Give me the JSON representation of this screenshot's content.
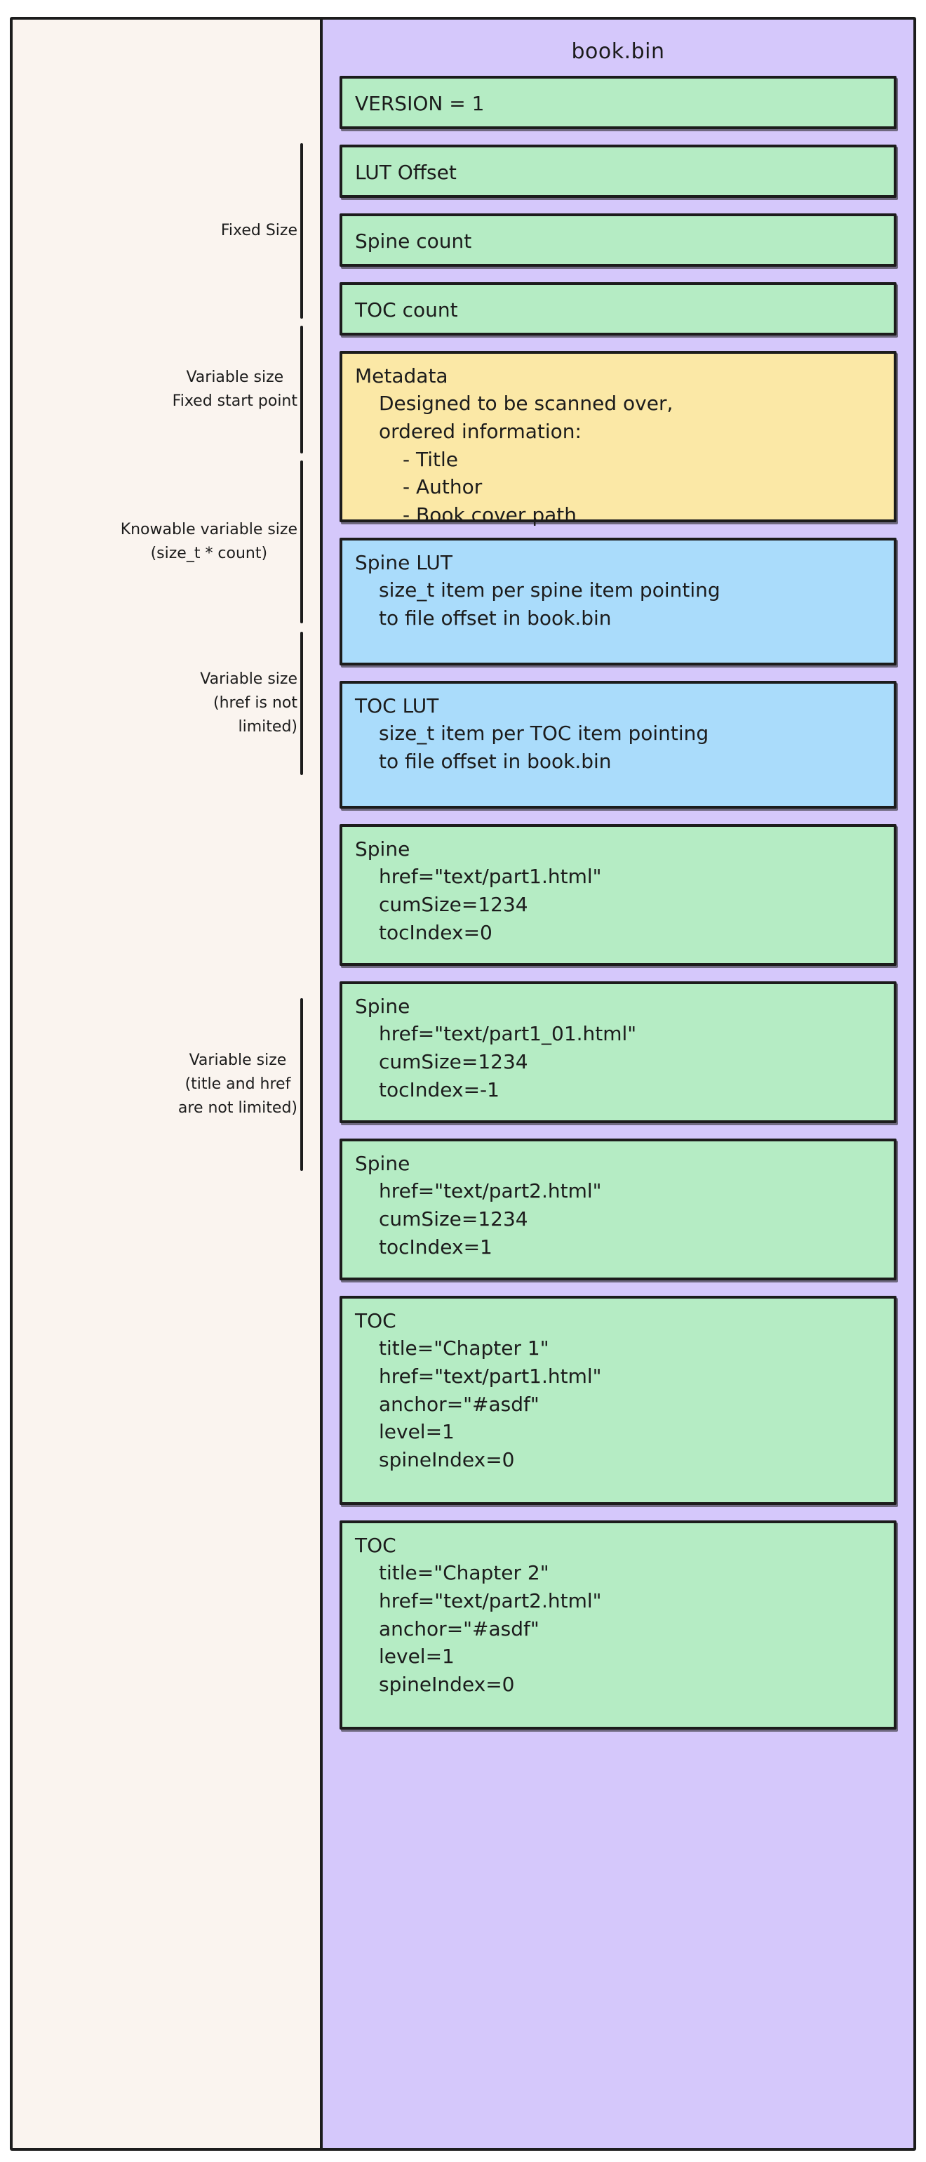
{
  "diagram": {
    "file_title": "book.bin",
    "colors": {
      "canvas": "#ffffff",
      "left_panel": "#faf4ef",
      "right_panel": "#d5c8fb",
      "green_box": "#b5ecc4",
      "yellow_box": "#fbe8a6",
      "blue_box": "#aadcfb",
      "stroke": "#1c1c1c"
    },
    "groups": [
      {
        "label": "Fixed Size"
      },
      {
        "label": "Variable size\nFixed start point"
      },
      {
        "label": "Knowable variable size\n(size_t * count)"
      },
      {
        "label": "Variable size\n(href is not\nlimited)"
      },
      {
        "label": "Variable size\n(title and href\nare not limited)"
      }
    ],
    "sections": [
      {
        "id": "version",
        "color": "green",
        "head": "VERSION = 1",
        "lines": []
      },
      {
        "id": "lut-offset",
        "color": "green",
        "head": "LUT Offset",
        "lines": []
      },
      {
        "id": "spine-count",
        "color": "green",
        "head": "Spine count",
        "lines": []
      },
      {
        "id": "toc-count",
        "color": "green",
        "head": "TOC count",
        "lines": []
      },
      {
        "id": "metadata",
        "color": "yellow",
        "head": "Metadata",
        "lines": [
          "Designed to be scanned over,",
          "ordered information:"
        ],
        "sublines": [
          "- Title",
          "- Author",
          "- Book cover path"
        ]
      },
      {
        "id": "spine-lut",
        "color": "blue",
        "head": "Spine LUT",
        "lines": [
          "size_t item per spine item pointing",
          "to file offset in book.bin"
        ]
      },
      {
        "id": "toc-lut",
        "color": "blue",
        "head": "TOC LUT",
        "lines": [
          "size_t item per TOC item pointing",
          "to file offset in book.bin"
        ]
      },
      {
        "id": "spine-1",
        "color": "green",
        "head": "Spine",
        "lines": [
          "href=\"text/part1.html\"",
          "cumSize=1234",
          "tocIndex=0"
        ]
      },
      {
        "id": "spine-2",
        "color": "green",
        "head": "Spine",
        "lines": [
          "href=\"text/part1_01.html\"",
          "cumSize=1234",
          "tocIndex=-1"
        ]
      },
      {
        "id": "spine-3",
        "color": "green",
        "head": "Spine",
        "lines": [
          "href=\"text/part2.html\"",
          "cumSize=1234",
          "tocIndex=1"
        ]
      },
      {
        "id": "toc-1",
        "color": "green",
        "head": "TOC",
        "lines": [
          "title=\"Chapter 1\"",
          "href=\"text/part1.html\"",
          "anchor=\"#asdf\"",
          "level=1",
          "spineIndex=0"
        ]
      },
      {
        "id": "toc-2",
        "color": "green",
        "head": "TOC",
        "lines": [
          "title=\"Chapter 2\"",
          "href=\"text/part2.html\"",
          "anchor=\"#asdf\"",
          "level=1",
          "spineIndex=0"
        ]
      }
    ]
  }
}
